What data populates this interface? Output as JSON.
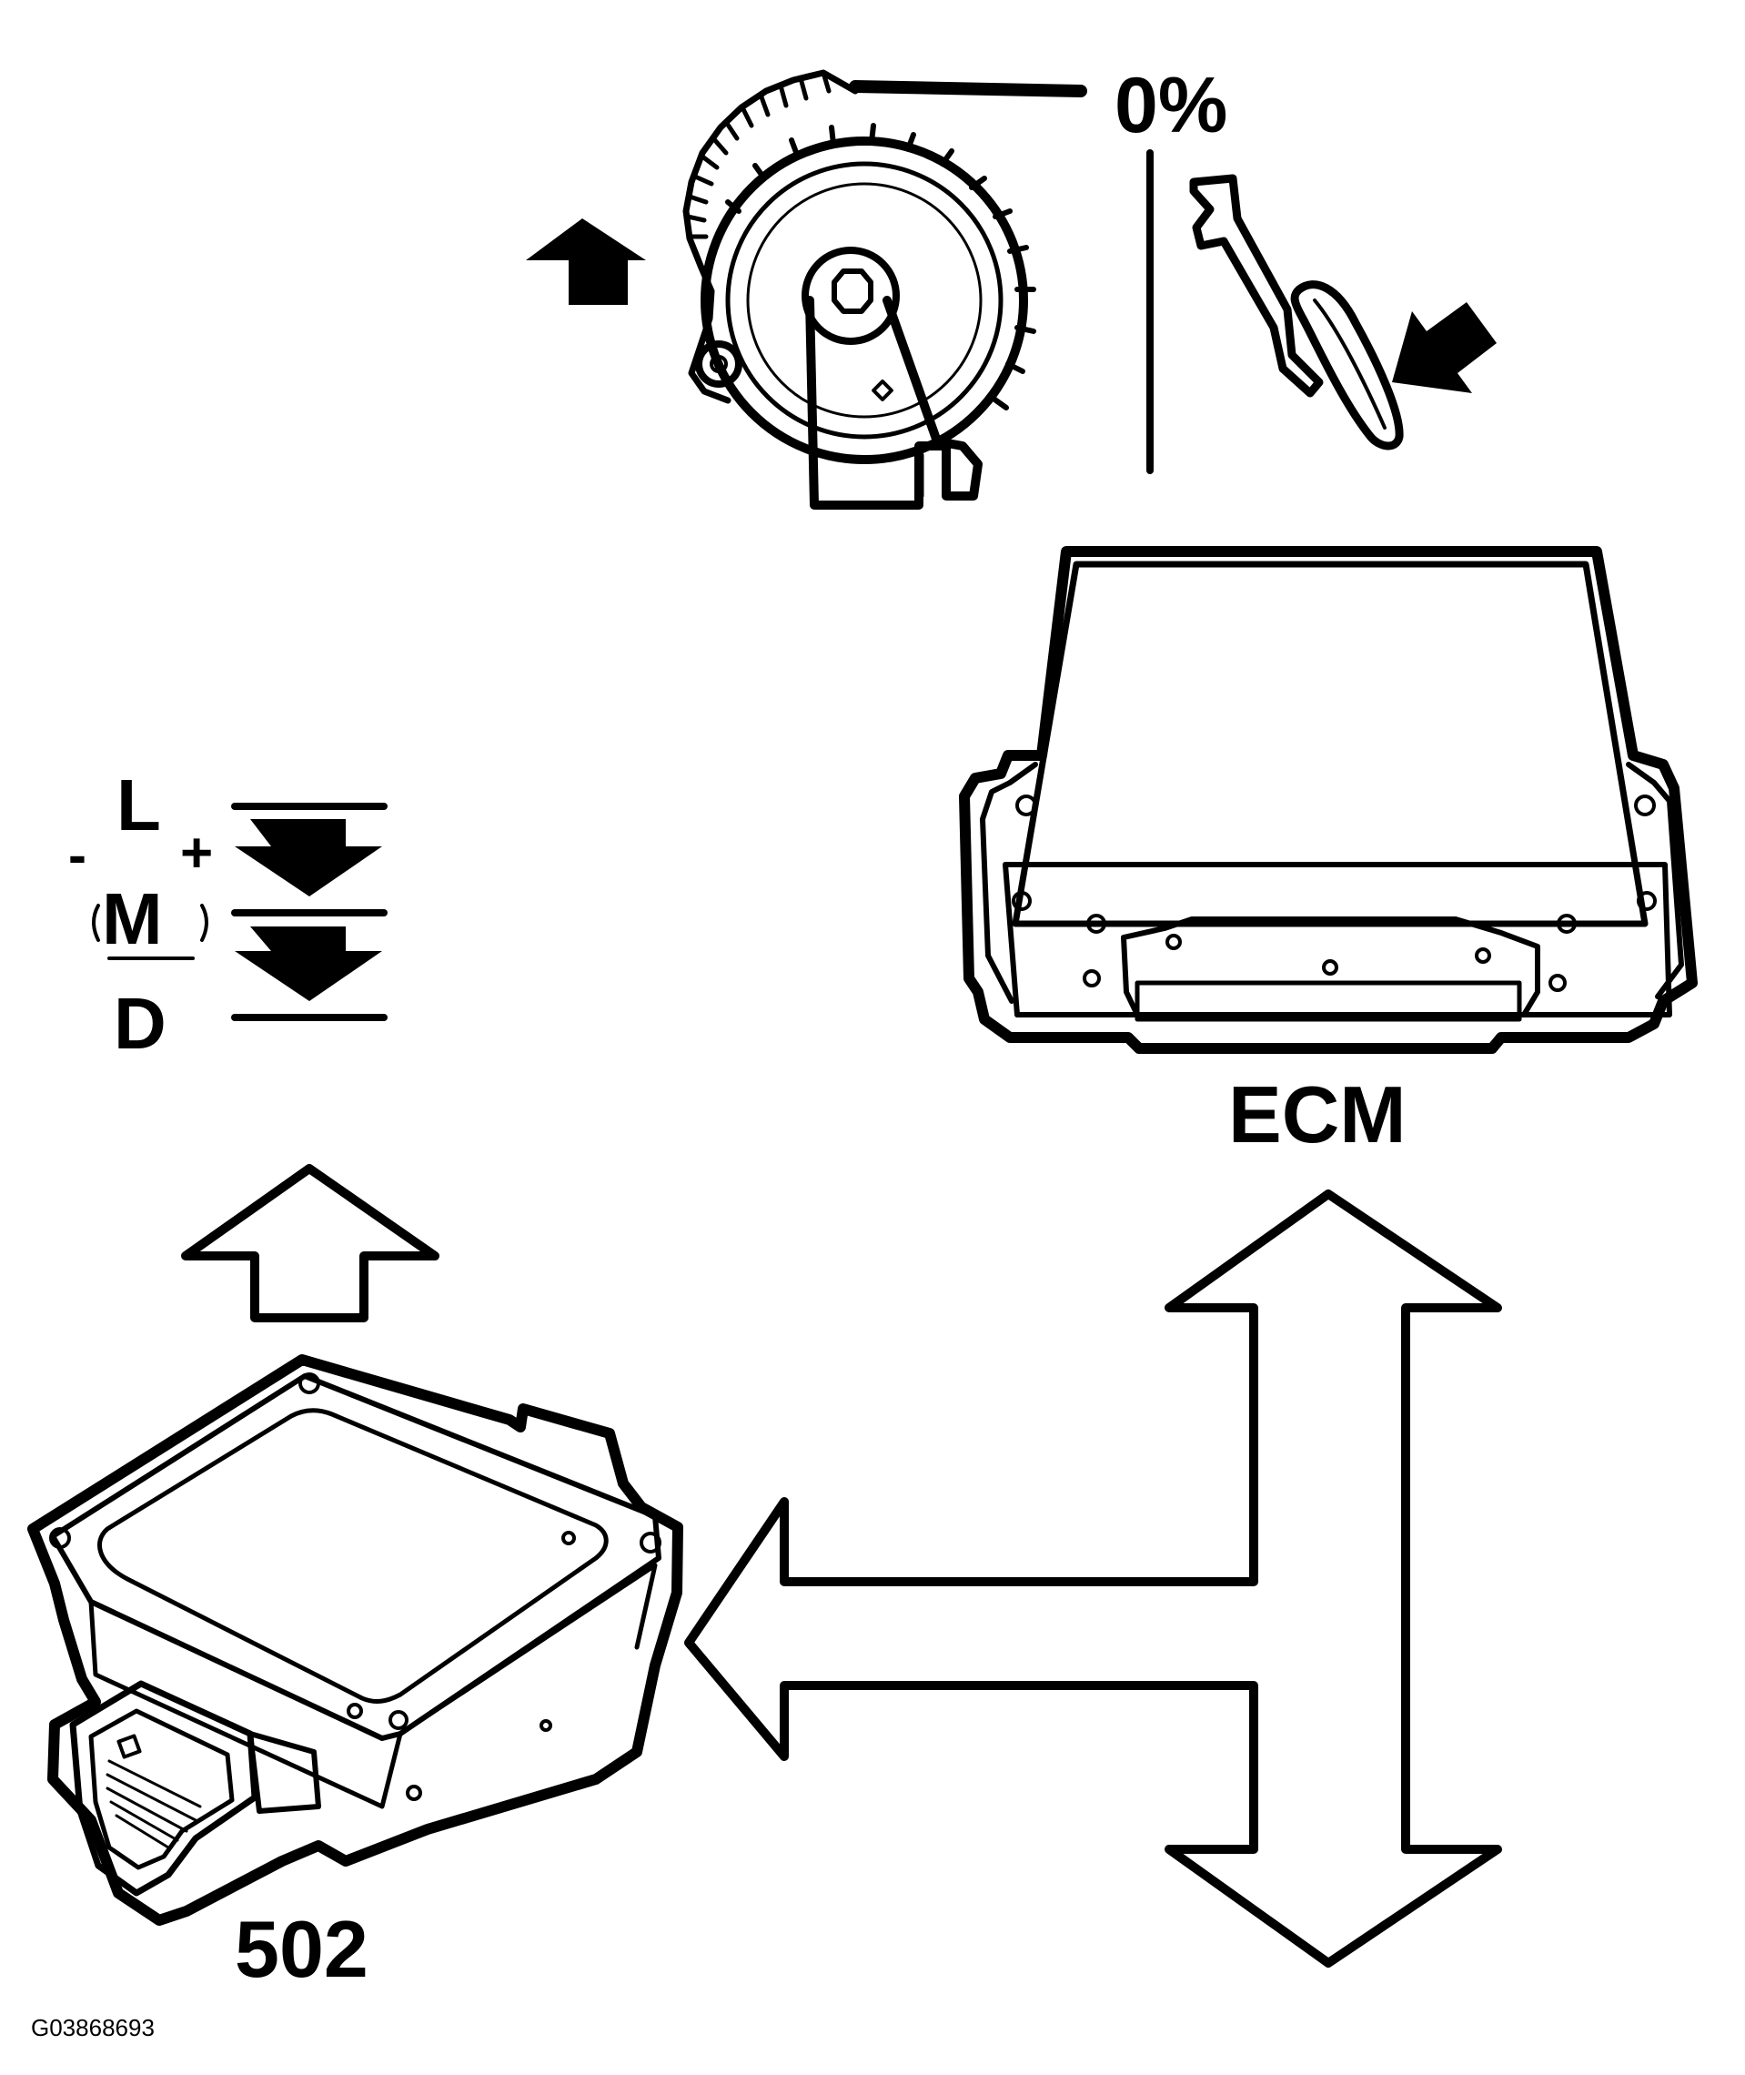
{
  "labels": {
    "throttle_percent": "0%",
    "ecm": "ECM",
    "module_number": "502",
    "figure_id": "G03868693"
  },
  "gear_selector": {
    "upper": "L",
    "middle": "M",
    "lower": "D",
    "minus": "-",
    "plus": "+"
  },
  "colors": {
    "ink": "#000000",
    "paper": "#ffffff"
  }
}
